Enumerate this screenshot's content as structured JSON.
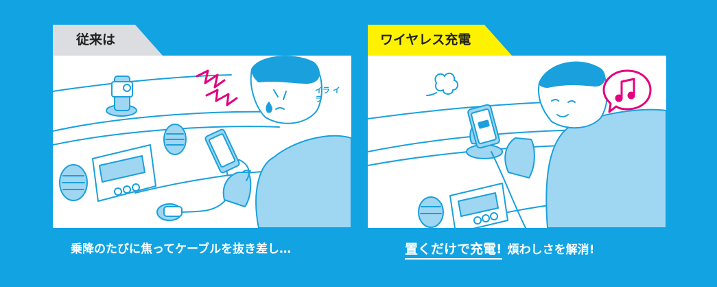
{
  "left_panel": {
    "tab_label": "従来は",
    "tab_color": "#dcdde0",
    "annotation": "イラ イラ",
    "caption": "乗降のたびに焦ってケーブルを抜き差し…"
  },
  "right_panel": {
    "tab_label": "ワイヤレス充電",
    "tab_color": "#fff200",
    "caption_emphasis": "置くだけで充電!",
    "caption_rest": "煩わしさを解消!"
  },
  "colors": {
    "background": "#12a3e3",
    "line": "#1aa0dc",
    "fill": "#9fd6f2",
    "anger": "#e4007f",
    "music": "#e4007f"
  },
  "icons": [
    "anger-zigzag-icon",
    "music-note-icon",
    "sigh-puff-icon",
    "battery-icon",
    "cable-plug-icon",
    "phone-holder-icon"
  ]
}
